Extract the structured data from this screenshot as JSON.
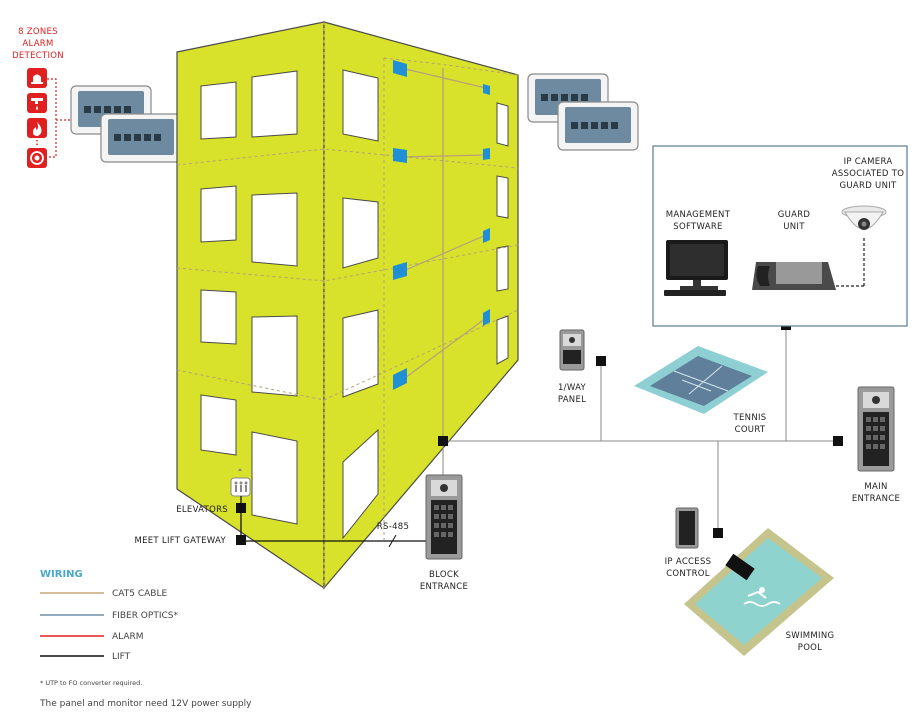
{
  "alarm": {
    "title_line1": "8 ZONES",
    "title_line2": "ALARM",
    "title_line3": "DETECTION"
  },
  "labels": {
    "management_line1": "MANAGEMENT",
    "management_line2": "SOFTWARE",
    "guard_line1": "GUARD",
    "guard_line2": "UNIT",
    "camera_line1": "IP CAMERA",
    "camera_line2": "ASSOCIATED TO",
    "camera_line3": "GUARD UNIT",
    "oneway_line1": "1/WAY",
    "oneway_line2": "PANEL",
    "tennis_line1": "TENNIS",
    "tennis_line2": "COURT",
    "main_line1": "MAIN",
    "main_line2": "ENTRANCE",
    "block_line1": "BLOCK",
    "block_line2": "ENTRANCE",
    "ipaccess_line1": "IP ACCESS",
    "ipaccess_line2": "CONTROL",
    "pool_line1": "SWIMMING",
    "pool_line2": "POOL",
    "elevators": "ELEVATORS",
    "lift_gateway": "MEET LIFT GATEWAY",
    "rs485": "RS-485"
  },
  "legend": {
    "title": "WIRING",
    "items": [
      {
        "label": "CAT5 CABLE",
        "color": "#c9a878"
      },
      {
        "label": "FIBER OPTICS*",
        "color": "#6f8fa8"
      },
      {
        "label": "ALARM",
        "color": "#e02020"
      },
      {
        "label": "LIFT",
        "color": "#111111"
      }
    ]
  },
  "footnote": {
    "small": "* UTP to FO converter required.",
    "main": "The panel and monitor need 12V power supply"
  },
  "colors": {
    "building": "#d8e22a",
    "building_outline": "#4b4b4b",
    "fiber_node": "#1f8fd6",
    "water": "#8fd3cf",
    "court": "#5f7f9a",
    "court_bg": "#8ecfd4",
    "alarm_red": "#e02020"
  }
}
